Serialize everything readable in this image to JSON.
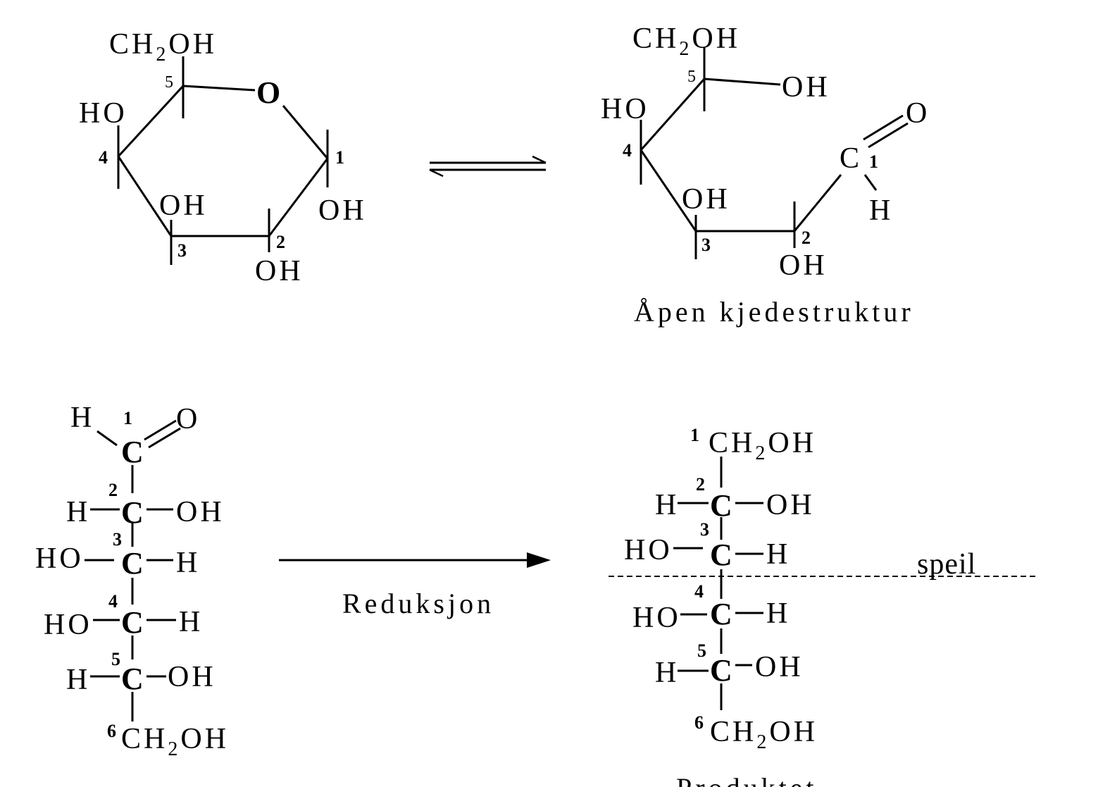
{
  "molecules": {
    "ring": {
      "ring_oxygen": "O",
      "c5_substituent_main": "CH",
      "c5_substituent_sub": "2",
      "c5_substituent_tail": "OH",
      "c4_oh": "HO",
      "c3_oh": "OH",
      "c2_oh": "OH",
      "c1_oh": "OH",
      "n1": "1",
      "n2": "2",
      "n3": "3",
      "n4": "4",
      "n5": "5"
    },
    "open_chain": {
      "c5_substituent_main": "CH",
      "c5_substituent_sub": "2",
      "c5_substituent_tail": "OH",
      "c5_oh": "OH",
      "c4_oh": "HO",
      "c3_oh": "OH",
      "c2_oh": "OH",
      "c1": "C",
      "c1_o": "O",
      "c1_h": "H",
      "n1": "1",
      "n2": "2",
      "n3": "3",
      "n4": "4",
      "n5": "5",
      "caption": "Åpen kjedestruktur"
    },
    "fischer_aldehyde": {
      "c1_h": "H",
      "c1_o": "O",
      "c2_left": "H",
      "c2_right": "OH",
      "c3_left": "HO",
      "c3_right": "H",
      "c4_left": "HO",
      "c4_right": "H",
      "c5_left": "H",
      "c5_right": "OH",
      "c6_main": "CH",
      "c6_sub": "2",
      "c6_tail": "OH",
      "carbon": "C",
      "n1": "1",
      "n2": "2",
      "n3": "3",
      "n4": "4",
      "n5": "5",
      "n6": "6"
    },
    "fischer_alditol": {
      "c1_main": "CH",
      "c1_sub": "2",
      "c1_tail": "OH",
      "c2_left": "H",
      "c2_right": "OH",
      "c3_left": "HO",
      "c3_right": "H",
      "c4_left": "HO",
      "c4_right": "H",
      "c5_left": "H",
      "c5_right": "OH",
      "c6_main": "CH",
      "c6_sub": "2",
      "c6_tail": "OH",
      "carbon": "C",
      "n1": "1",
      "n2": "2",
      "n3": "3",
      "n4": "4",
      "n5": "5",
      "n6": "6",
      "mirror_label": "speil",
      "caption_partial": "Produktet"
    }
  },
  "arrows": {
    "reduction_label": "Reduksjon"
  }
}
